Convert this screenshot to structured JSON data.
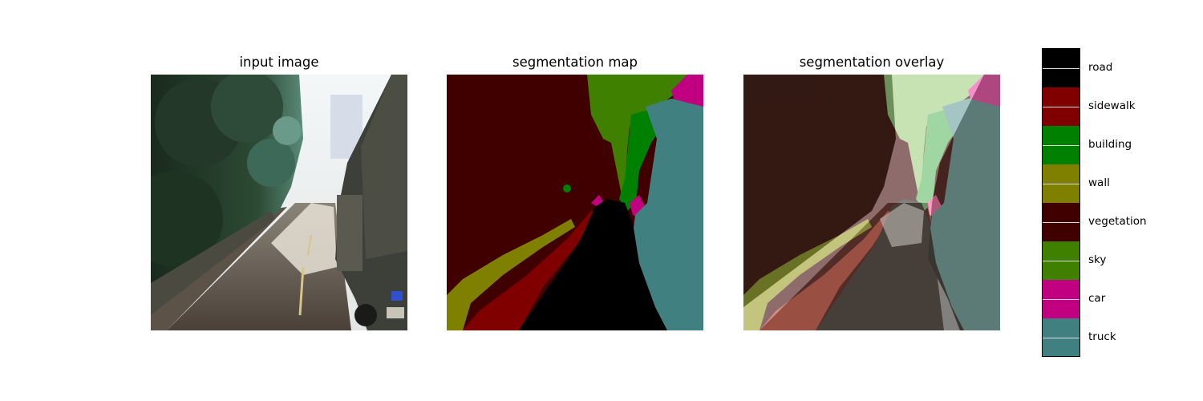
{
  "panels": {
    "input": {
      "title": "input image"
    },
    "map": {
      "title": "segmentation map"
    },
    "overlay": {
      "title": "segmentation overlay"
    }
  },
  "legend": {
    "classes": [
      {
        "label": "road",
        "color": "#000000"
      },
      {
        "label": "sidewalk",
        "color": "#800000"
      },
      {
        "label": "building",
        "color": "#008000"
      },
      {
        "label": "wall",
        "color": "#808000"
      },
      {
        "label": "vegetation",
        "color": "#400000"
      },
      {
        "label": "sky",
        "color": "#408000"
      },
      {
        "label": "car",
        "color": "#c00080"
      },
      {
        "label": "truck",
        "color": "#408080"
      }
    ]
  }
}
